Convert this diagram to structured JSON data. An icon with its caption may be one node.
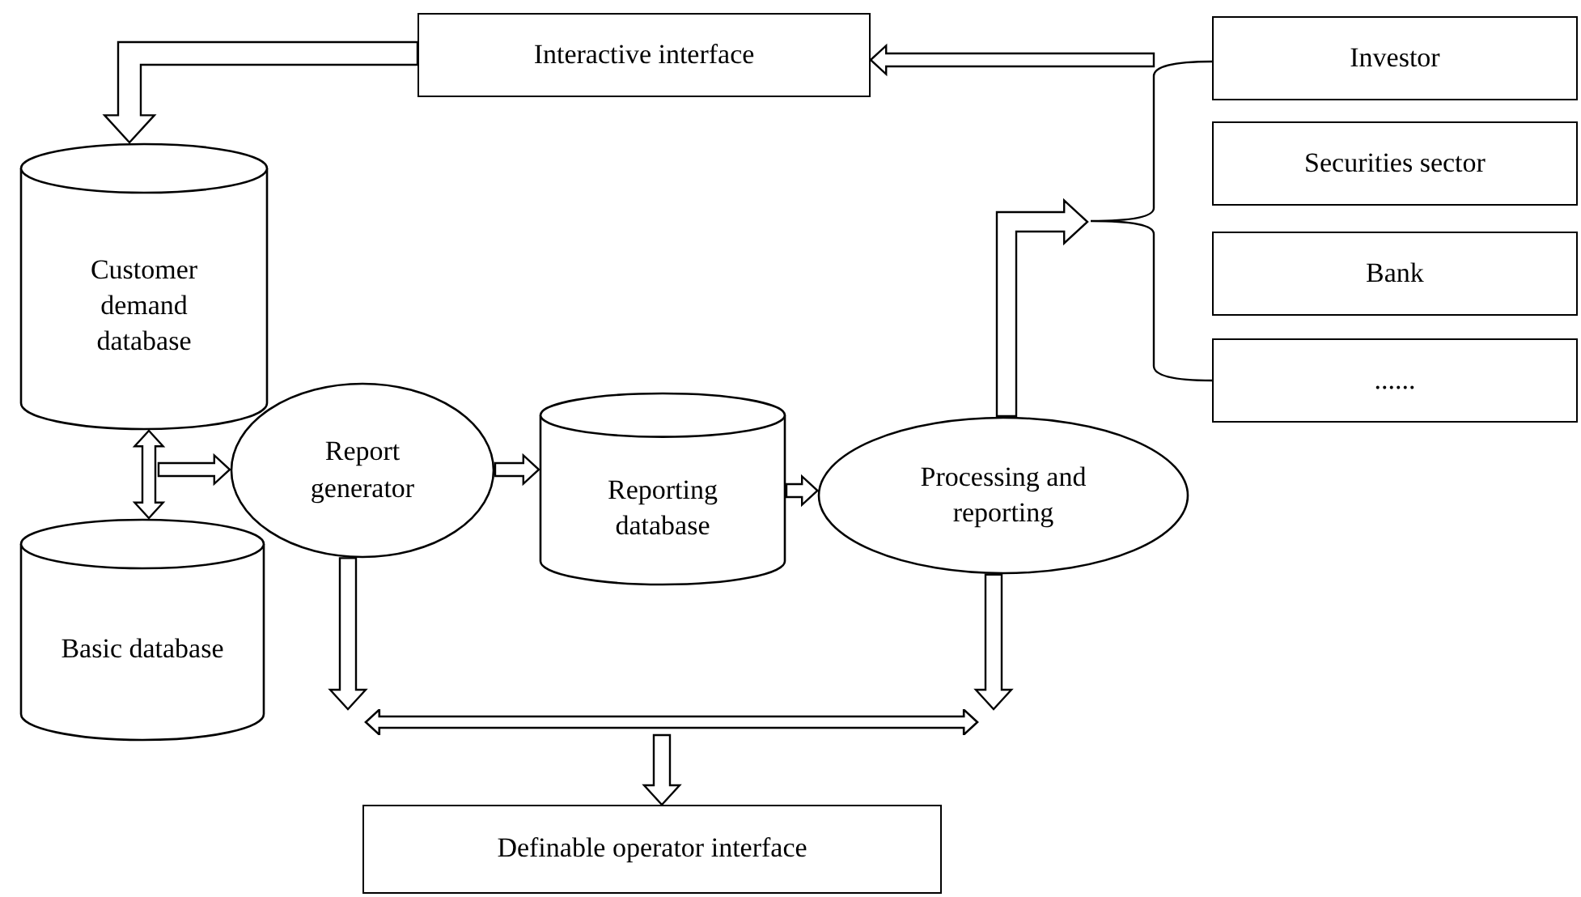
{
  "diagram": {
    "nodes": [
      {
        "text": [
          "Interactive interface"
        ]
      },
      {
        "text": [
          "Investor"
        ]
      },
      {
        "text": [
          "Securities sector"
        ]
      },
      {
        "text": [
          "Bank"
        ]
      },
      {
        "text": [
          "......"
        ]
      },
      {
        "text": [
          "Customer demand database"
        ]
      },
      {
        "text": [
          "Basic database"
        ]
      },
      {
        "text": [
          "Report generator"
        ]
      },
      {
        "text": [
          "Reporting database"
        ]
      },
      {
        "text": [
          "Processing and reporting"
        ]
      },
      {
        "text": [
          "Definable operator interface"
        ]
      },
      {
        "text": [],
        "shape": "bar"
      },
      {
        "text": [],
        "shape": "bracket"
      }
    ],
    "edges": [
      {
        "from": 0,
        "to": 5,
        "arrow": "to"
      },
      {
        "from": 5,
        "to": 6,
        "arrow": "both"
      },
      {
        "from": null,
        "to": 7,
        "arrow": "to"
      },
      {
        "from": 7,
        "to": 8,
        "arrow": "to"
      },
      {
        "from": 8,
        "to": 9,
        "arrow": "to"
      },
      {
        "from": 7,
        "to": 11,
        "arrow": "to"
      },
      {
        "from": 9,
        "to": 11,
        "arrow": "to"
      },
      {
        "from": 11,
        "to": 10,
        "arrow": "to"
      },
      {
        "from": 9,
        "to": 12,
        "arrow": "to"
      },
      {
        "from": 12,
        "to": 0,
        "arrow": "to"
      }
    ]
  }
}
